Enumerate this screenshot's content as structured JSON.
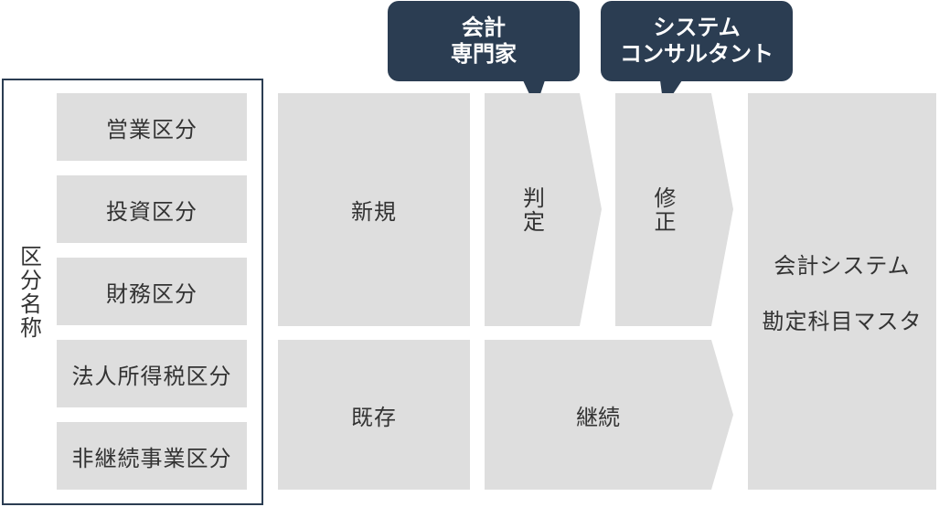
{
  "group_label": "区分名称",
  "categories": [
    "営業区分",
    "投資区分",
    "財務区分",
    "法人所得税区分",
    "非継続事業区分"
  ],
  "flow": {
    "new": "新規",
    "existing": "既存",
    "judge": "判定",
    "revise": "修正",
    "continue": "継続",
    "result_line1": "会計システム",
    "result_line2": "勘定科目マスタ"
  },
  "callouts": {
    "accountant": "会計\n専門家",
    "consultant": "システム\nコンサルタント"
  },
  "colors": {
    "navy": "#2b3d52",
    "box_gray": "#dedede",
    "text": "#333333"
  }
}
